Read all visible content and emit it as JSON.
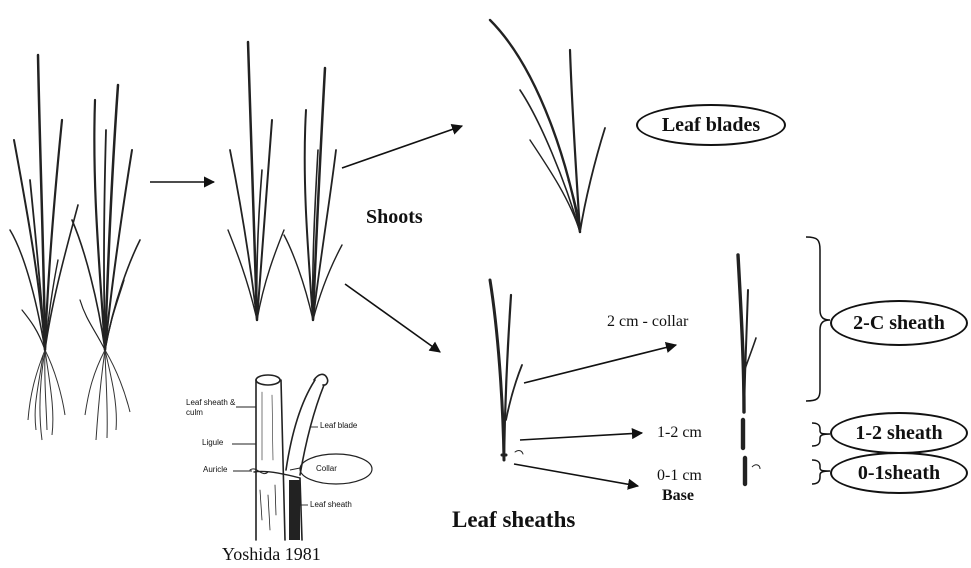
{
  "labels": {
    "shoots": "Shoots",
    "leaf_blades": "Leaf blades",
    "leaf_sheaths": "Leaf sheaths",
    "two_cm_collar": "2 cm - collar",
    "one_two_cm": "1-2 cm",
    "zero_one_cm": "0-1 cm",
    "base": "Base",
    "sheath_2c": "2-C sheath",
    "sheath_12": "1-2 sheath",
    "sheath_01": "0-1sheath",
    "citation": "Yoshida 1981"
  },
  "anatomy": {
    "leaf_sheath_culm": "Leaf sheath &\nculm",
    "ligule": "Ligule",
    "auricle": "Auricle",
    "leaf_blade": "Leaf blade",
    "collar": "Collar",
    "leaf_sheath": "Leaf sheath"
  },
  "colors": {
    "ink": "#111111",
    "background": "#ffffff"
  }
}
